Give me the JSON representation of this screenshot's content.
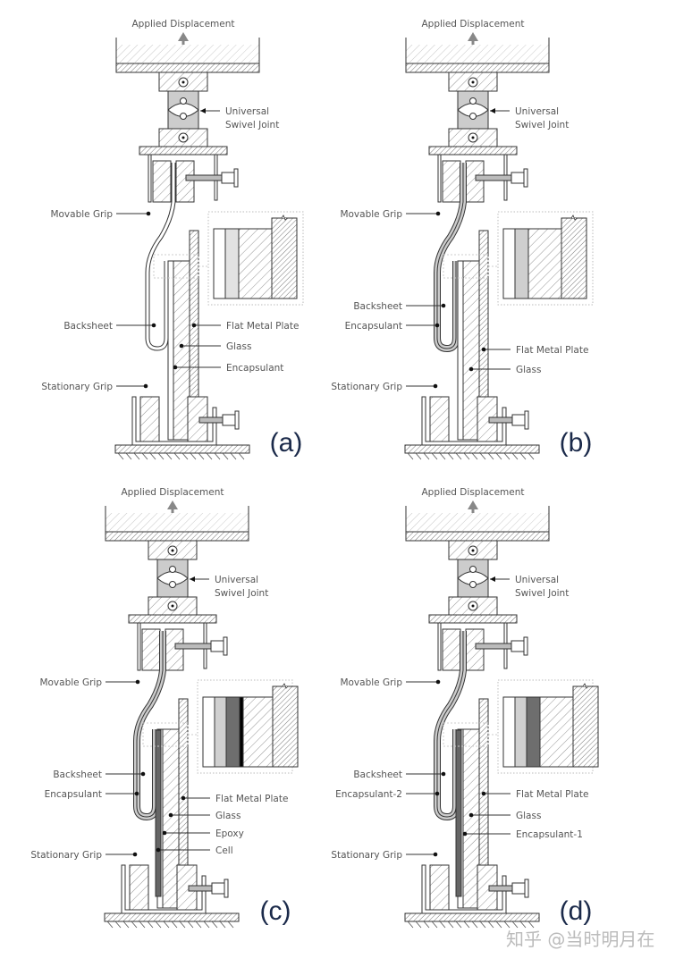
{
  "figure": {
    "panels": [
      {
        "tag": "(a)",
        "header": "Applied Displacement",
        "joint_label": [
          "Universal",
          "Swivel Joint"
        ],
        "left_labels": [
          "Movable Grip",
          "Backsheet",
          "Stationary Grip"
        ],
        "right_labels": [
          "Flat Metal Plate",
          "Glass",
          "Encapsulant"
        ],
        "inset_layers": [
          "#ffffff",
          "#e2e2e2",
          "hatch",
          "hatch-metal"
        ]
      },
      {
        "tag": "(b)",
        "header": "Applied Displacement",
        "joint_label": [
          "Universal",
          "Swivel Joint"
        ],
        "left_labels": [
          "Movable Grip",
          "Backsheet",
          "Encapsulant",
          "Stationary Grip"
        ],
        "right_labels": [
          "Flat Metal Plate",
          "Glass"
        ],
        "inset_layers": [
          "#ffffff",
          "#cfcfcf",
          "hatch",
          "hatch-metal"
        ]
      },
      {
        "tag": "(c)",
        "header": "Applied Displacement",
        "joint_label": [
          "Universal",
          "Swivel Joint"
        ],
        "left_labels": [
          "Movable Grip",
          "Backsheet",
          "Encapsulant",
          "Stationary Grip"
        ],
        "right_labels": [
          "Flat Metal Plate",
          "Glass",
          "Epoxy",
          "Cell"
        ],
        "inset_layers": [
          "#ffffff",
          "#d0d0d0",
          "#6e6e6e",
          "#000000",
          "hatch",
          "hatch-metal"
        ]
      },
      {
        "tag": "(d)",
        "header": "Applied Displacement",
        "joint_label": [
          "Universal",
          "Swivel Joint"
        ],
        "left_labels": [
          "Movable Grip",
          "Backsheet",
          "Encapsulant-2",
          "Stationary Grip"
        ],
        "right_labels": [
          "Flat Metal Plate",
          "Glass",
          "Encapsulant-1"
        ],
        "inset_layers": [
          "#ffffff",
          "#d0d0d0",
          "#6e6e6e",
          "hatch",
          "hatch-metal"
        ]
      }
    ],
    "watermark": "知乎 @当时明月在"
  }
}
